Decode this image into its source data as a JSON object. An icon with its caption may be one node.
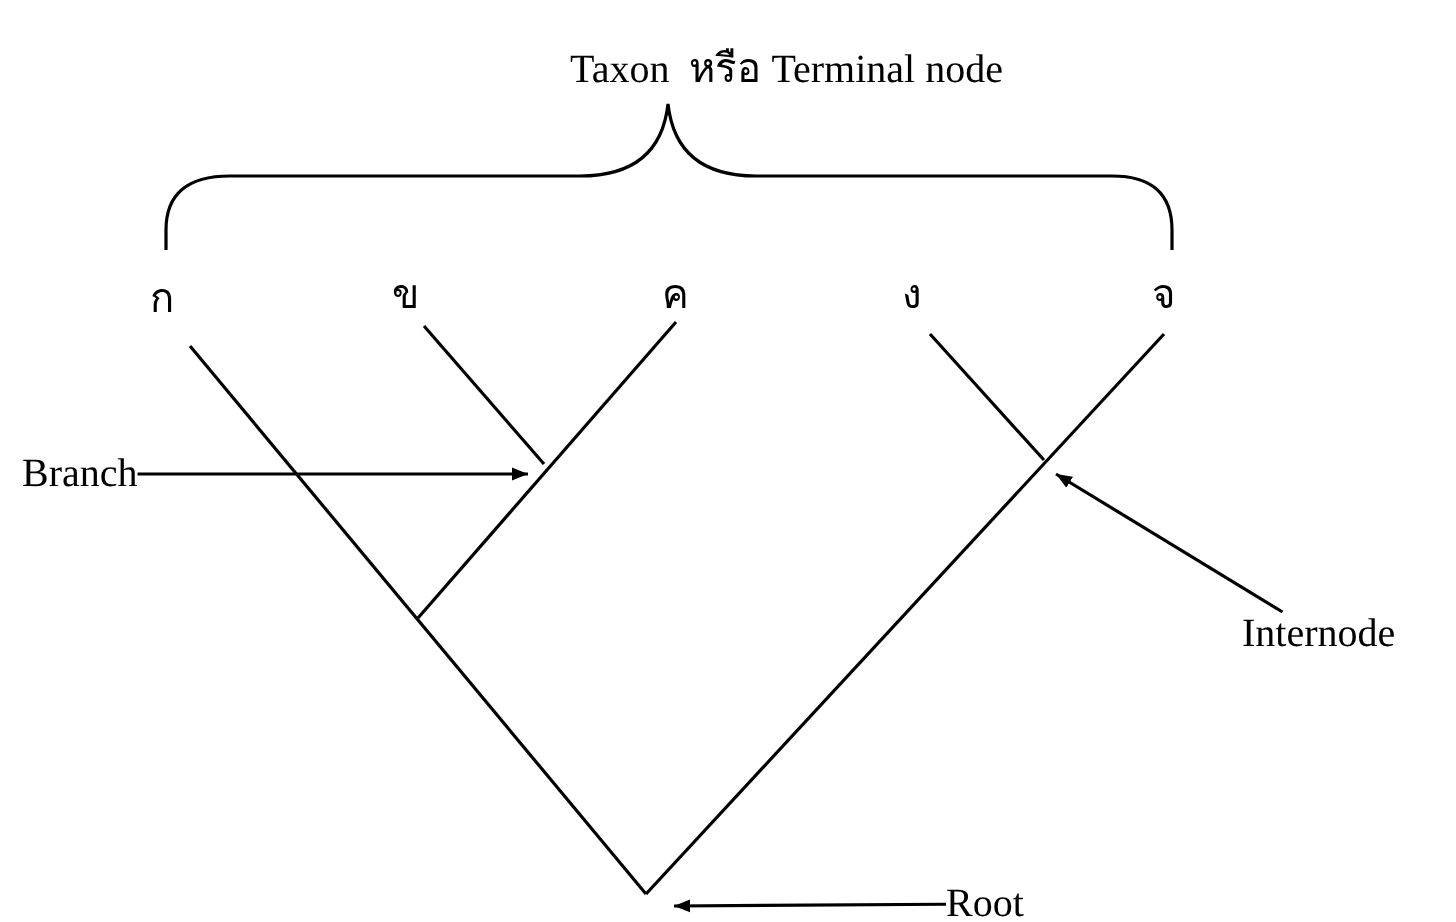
{
  "diagram": {
    "nodes": [
      {
        "text": [
          "Branch"
        ]
      },
      {
        "text": [
          "Internode"
        ]
      },
      {
        "text": [
          "Root"
        ]
      }
    ],
    "edges": [
      {
        "from": 0,
        "to": null,
        "arrow": "to"
      },
      {
        "from": 1,
        "to": null,
        "arrow": "to"
      },
      {
        "from": 2,
        "to": null,
        "arrow": "to"
      }
    ],
    "labels": [
      "Taxon  หรือ Terminal node",
      "ก",
      "ข",
      "ค",
      "ง",
      "จ"
    ]
  }
}
